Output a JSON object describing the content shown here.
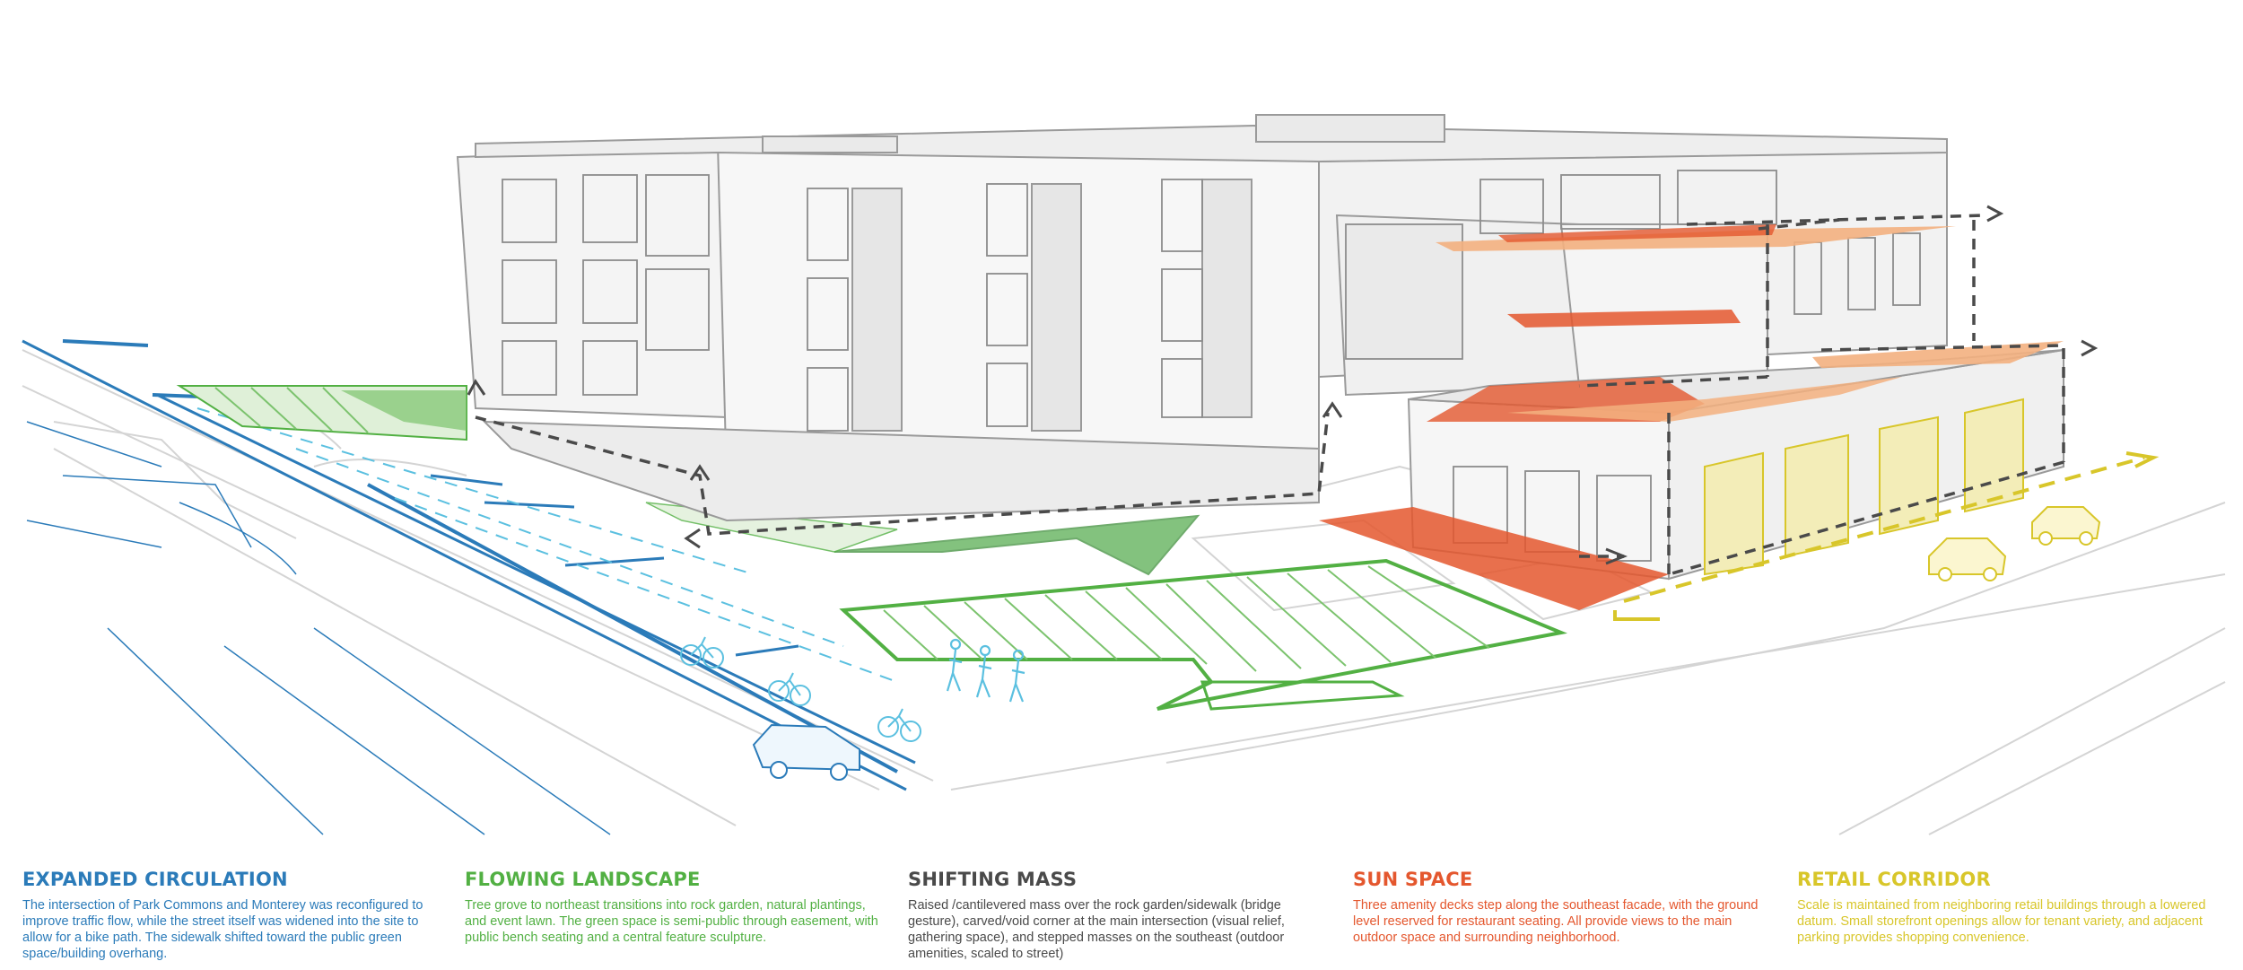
{
  "colors": {
    "circulation": "#2b7bb9",
    "landscape": "#52b043",
    "mass": "#4a4a4a",
    "sun": "#e4572e",
    "retail": "#d8c62a"
  },
  "legend": [
    {
      "title": "EXPANDED CIRCULATION",
      "text": "The intersection of Park Commons and Monterey was reconfigured to improve traffic flow, while the street itself was widened into the site to allow for a bike path. The sidewalk shifted toward the public green space/building overhang.",
      "color": "#2b7bb9"
    },
    {
      "title": "FLOWING LANDSCAPE",
      "text": "Tree grove to northeast transitions into rock garden, natural plantings, and event lawn. The green space is semi-public through easement, with public bench seating and a central feature sculpture.",
      "color": "#52b043"
    },
    {
      "title": "SHIFTING MASS",
      "text": "Raised /cantilevered mass over the rock garden/sidewalk (bridge gesture), carved/void corner at the main intersection (visual relief, gathering space), and stepped masses on the southeast (outdoor amenities, scaled to street)",
      "color": "#4a4a4a"
    },
    {
      "title": "SUN SPACE",
      "text": "Three amenity decks step along the southeast facade, with the ground level reserved for restaurant seating. All provide views to the main outdoor space and surrounding neighborhood.",
      "color": "#e4572e"
    },
    {
      "title": "RETAIL CORRIDOR",
      "text": "Scale is maintained from neighboring retail buildings through a  lowered datum. Small storefront openings allow for tenant variety, and adjacent parking provides shopping convenience.",
      "color": "#d8c62a"
    }
  ]
}
